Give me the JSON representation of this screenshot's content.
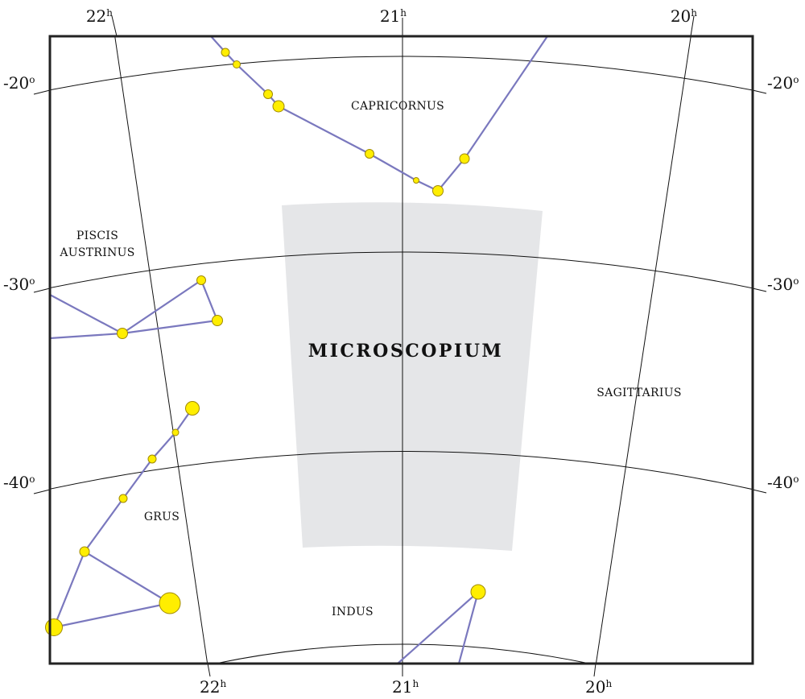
{
  "map": {
    "featured_constellation": "MICROSCOPIUM",
    "constellation_labels": [
      "CAPRICORNUS",
      "PISCIS",
      "AUSTRINUS",
      "SAGITTARIUS",
      "GRUS",
      "INDUS"
    ],
    "ra_labels_top": [
      {
        "value": "22",
        "unit": "h"
      },
      {
        "value": "21",
        "unit": "h"
      },
      {
        "value": "20",
        "unit": "h"
      }
    ],
    "ra_labels_bottom": [
      {
        "value": "22",
        "unit": "h"
      },
      {
        "value": "21",
        "unit": "h"
      },
      {
        "value": "20",
        "unit": "h"
      }
    ],
    "dec_labels_left": [
      {
        "value": "-20",
        "unit": "o"
      },
      {
        "value": "-30",
        "unit": "o"
      },
      {
        "value": "-40",
        "unit": "o"
      }
    ],
    "dec_labels_right": [
      {
        "value": "-20",
        "unit": "o"
      },
      {
        "value": "-30",
        "unit": "o"
      },
      {
        "value": "-40",
        "unit": "o"
      }
    ],
    "colors": {
      "frame": "#222222",
      "grid": "#111111",
      "constellation_lines": "#7a78be",
      "stars_fill": "#ffee00",
      "stars_stroke": "#a08a00",
      "highlight_area": "#e5e6e8"
    }
  }
}
